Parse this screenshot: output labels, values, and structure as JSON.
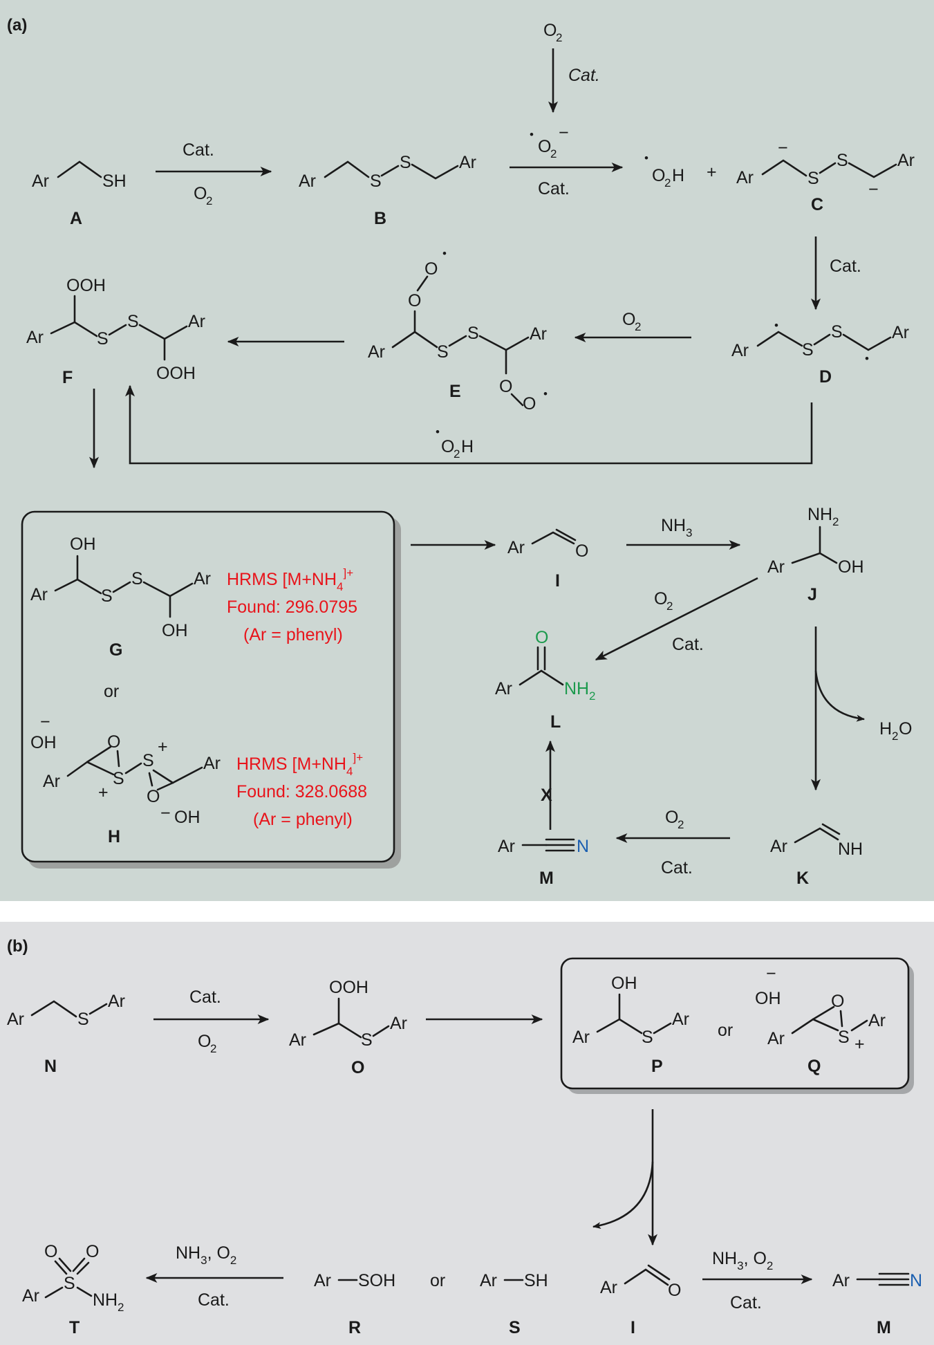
{
  "panels": {
    "a": "(a)",
    "b": "(b)"
  },
  "labels": {
    "A": "A",
    "B": "B",
    "C": "C",
    "D": "D",
    "E": "E",
    "F": "F",
    "G": "G",
    "H": "H",
    "I": "I",
    "J": "J",
    "K": "K",
    "L": "L",
    "M": "M",
    "N": "N",
    "O": "O",
    "P": "P",
    "Q": "Q",
    "R": "R",
    "S": "S",
    "T": "T"
  },
  "reagents": {
    "cat": "Cat.",
    "cat_italic": "Cat.",
    "o2": "O",
    "two": "2",
    "nh3": "NH",
    "three": "3",
    "nh3_o2": "NH",
    "comma_o2": ", O",
    "h2o_h": "H",
    "h2o_o": "O",
    "o2h": "O",
    "o2h_h": "H",
    "plus": "+",
    "or": "or",
    "x": "X"
  },
  "atoms": {
    "ar": "Ar",
    "sh": "SH",
    "s": "S",
    "ooh": "OOH",
    "oh": "OH",
    "o": "O",
    "nh2": "NH",
    "nh": "NH",
    "n": "N",
    "soh": "SOH",
    "minus": "−",
    "dot": "•"
  },
  "hrms": [
    {
      "line1": "HRMS [M+NH",
      "sub": "4",
      "sup": "]+",
      "line2": "Found: 296.0795",
      "line3": "(Ar = phenyl)"
    },
    {
      "line1": "HRMS [M+NH",
      "sub": "4",
      "sup": "]+",
      "line2": "Found: 328.0688",
      "line3": "(Ar = phenyl)"
    }
  ],
  "colors": {
    "panel_a_bg": "#cdd7d3",
    "panel_b_bg": "#dfe0e2",
    "hrms": "#e8141b",
    "amide": "#1c9a4d",
    "nitrile": "#1b5fb0"
  }
}
